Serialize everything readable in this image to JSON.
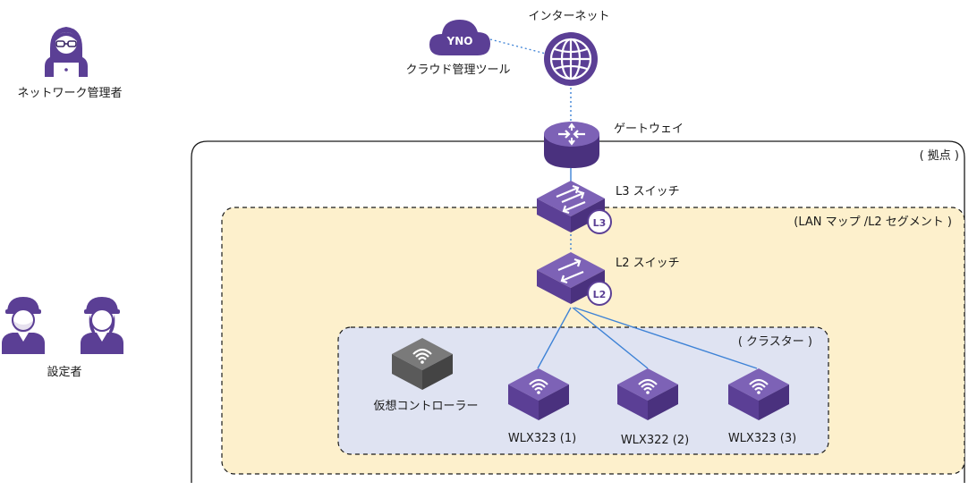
{
  "labels": {
    "internet": "インターネット",
    "cloud_tool": "クラウド管理ツール",
    "cloud_badge": "YNO",
    "network_admin": "ネットワーク管理者",
    "installer": "設定者",
    "gateway": "ゲートウェイ",
    "site": "( 拠点 )",
    "l3_switch": "L3 スイッチ",
    "l3_badge": "L3",
    "lan_map": "(LAN マップ /L2 セグメント )",
    "l2_switch": "L2 スイッチ",
    "l2_badge": "L2",
    "cluster": "( クラスター )",
    "virtual_controller": "仮想コントローラー",
    "ap1": "WLX323 (1)",
    "ap2": "WLX322 (2)",
    "ap3": "WLX323 (3)"
  },
  "colors": {
    "device_purple": "#5b3f95",
    "device_purple_light": "#7d62b6",
    "virtual_gray": "#5a5a5a",
    "lan_map_fill": "#fdf0cc",
    "cluster_fill": "#dfe3f2",
    "link_blue": "#3d82d6"
  },
  "icons": {
    "admin": "person-laptop-icon",
    "installer": "worker-icon",
    "cloud": "cloud-icon",
    "internet": "globe-icon",
    "gateway": "router-icon",
    "switch": "switch-icon",
    "ap": "wifi-ap-icon"
  }
}
